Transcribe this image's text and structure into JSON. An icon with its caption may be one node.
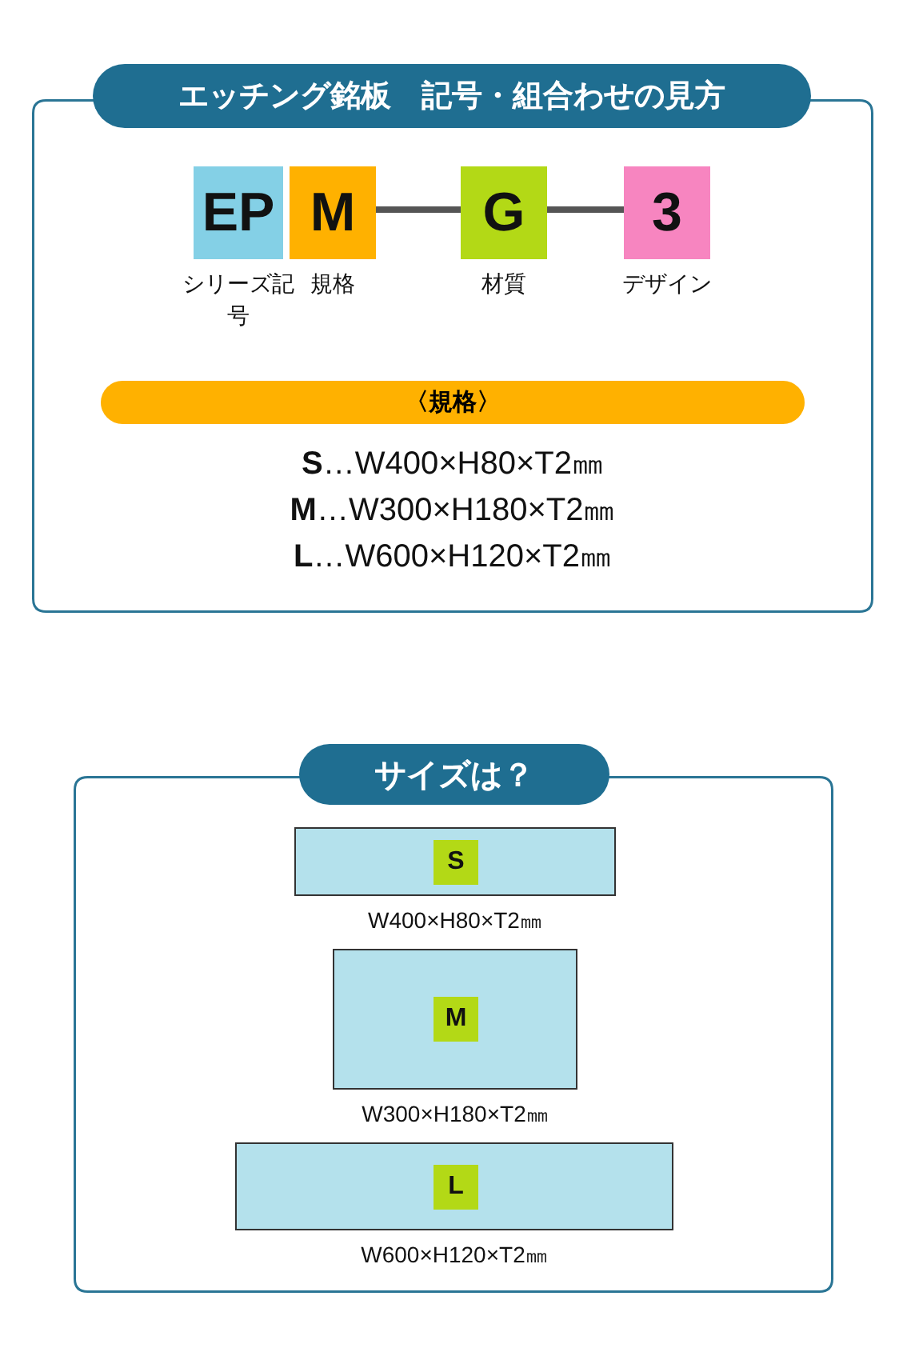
{
  "diagram": {
    "nodes": [
      {
        "text": [
          "エッチング銘板　記号・組合わせの見方"
        ]
      },
      {
        "text": [
          "EP"
        ],
        "in": 0,
        "beside": [
          "シリーズ記号"
        ]
      },
      {
        "text": [
          "M"
        ],
        "in": 0,
        "beside": [
          "規格"
        ]
      },
      {
        "text": [
          "G"
        ],
        "in": 0,
        "beside": [
          "材質"
        ]
      },
      {
        "text": [
          "3"
        ],
        "in": 0,
        "beside": [
          "デザイン"
        ]
      },
      {
        "text": [
          "〈規格〉"
        ],
        "in": 0
      },
      {
        "text": [
          "サイズは？"
        ]
      },
      {
        "text": [],
        "shape": "box",
        "in": 6,
        "beside": [
          "W400×H80×T2㎜"
        ]
      },
      {
        "text": [
          "S"
        ],
        "in": 7
      },
      {
        "text": [],
        "shape": "box",
        "in": 6,
        "beside": [
          "W300×H180×T2㎜"
        ]
      },
      {
        "text": [
          "M"
        ],
        "in": 9
      },
      {
        "text": [],
        "shape": "box",
        "in": 6,
        "beside": [
          "W600×H120×T2㎜"
        ]
      },
      {
        "text": [
          "L"
        ],
        "in": 11
      }
    ],
    "edges": [
      {
        "from": 2,
        "to": 3,
        "arrow": "none"
      },
      {
        "from": 3,
        "to": 4,
        "arrow": "none"
      }
    ],
    "labels": [
      "**S**…W400×H80×T2㎜",
      "**M**…W300×H180×T2㎜",
      "**L**…W600×H120×T2㎜"
    ]
  }
}
